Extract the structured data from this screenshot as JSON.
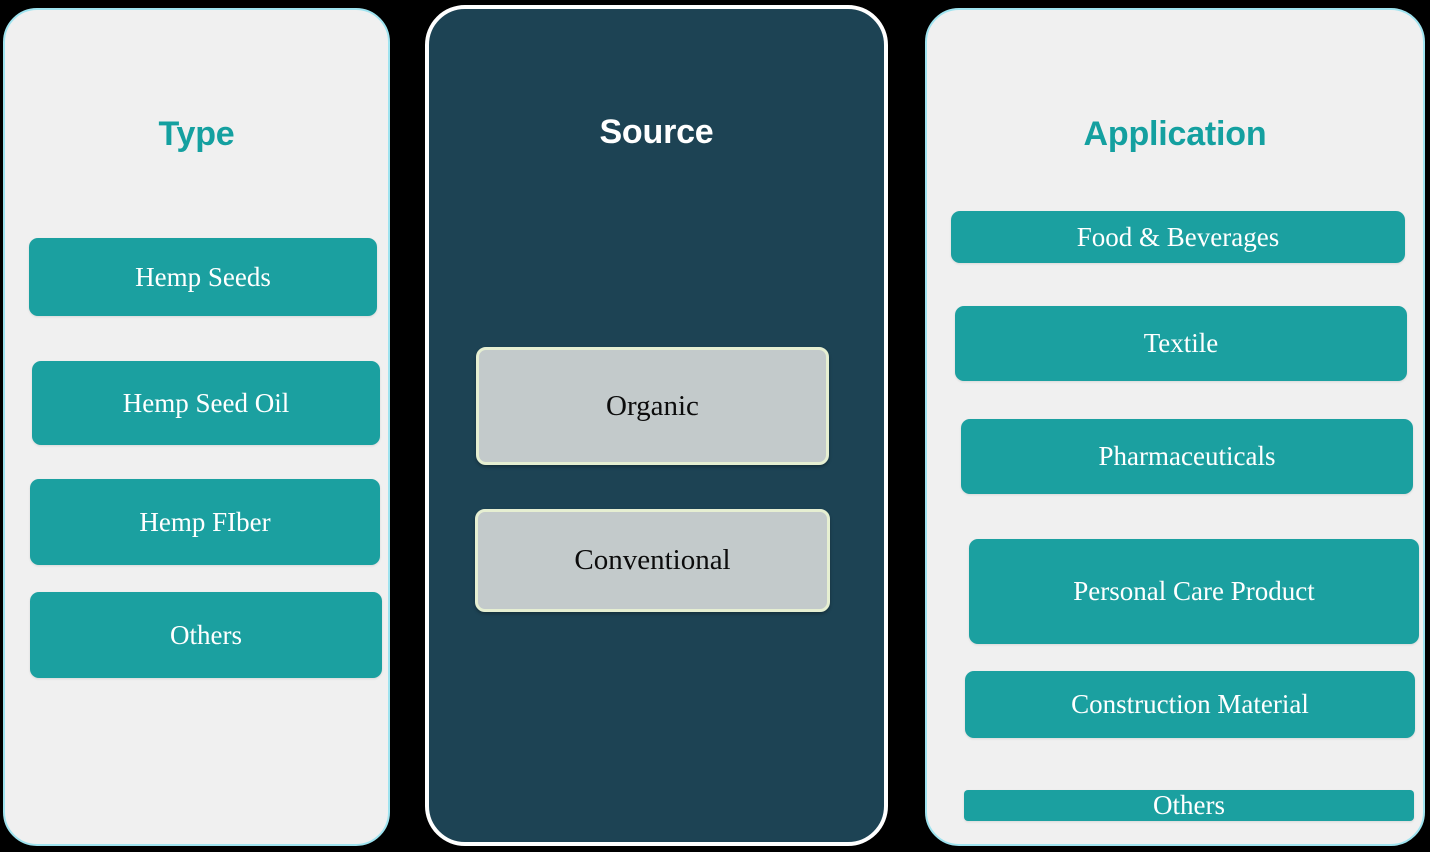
{
  "theme": {
    "page_background": "#000000",
    "card_background": "#f0f0f0",
    "card_border": "#9fe3ef",
    "accent_teal": "#1ba0a0",
    "heading_teal": "#14a0a0",
    "source_card_background": "#1d4354",
    "source_card_border": "#ffffff",
    "source_box_fill": "#c3cacb",
    "source_box_border": "#e6efd2",
    "bar_text": "#ffffff",
    "source_box_text": "#0c0c0c"
  },
  "columns": [
    {
      "id": "type",
      "title": "Type",
      "items": [
        {
          "label": "Hemp Seeds"
        },
        {
          "label": "Hemp Seed Oil"
        },
        {
          "label": "Hemp FIber"
        },
        {
          "label": "Others"
        }
      ]
    },
    {
      "id": "source",
      "title": "Source",
      "items": [
        {
          "label": "Organic"
        },
        {
          "label": "Conventional"
        }
      ]
    },
    {
      "id": "application",
      "title": "Application",
      "items": [
        {
          "label": "Food & Beverages"
        },
        {
          "label": "Textile"
        },
        {
          "label": "Pharmaceuticals"
        },
        {
          "label": "Personal Care Product"
        },
        {
          "label": "Construction Material"
        },
        {
          "label": "Others"
        }
      ]
    }
  ]
}
